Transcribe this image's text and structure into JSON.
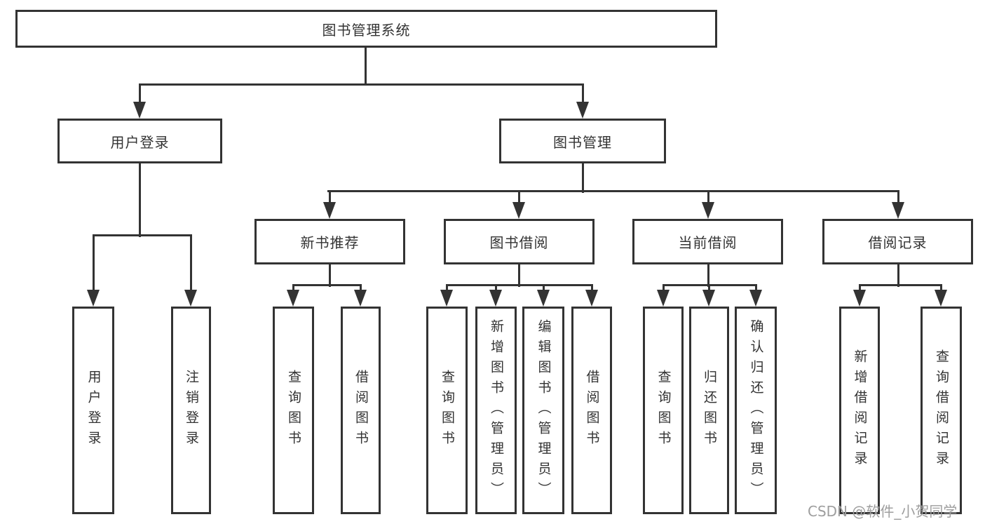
{
  "watermark": "CSDN @软件_小贺同学",
  "tree": {
    "root": {
      "label": "图书管理系统",
      "children": [
        {
          "label": "用户登录",
          "children": [
            {
              "label": "用户登录"
            },
            {
              "label": "注销登录"
            }
          ]
        },
        {
          "label": "图书管理",
          "children": [
            {
              "label": "新书推荐",
              "children": [
                {
                  "label": "查询图书"
                },
                {
                  "label": "借阅图书"
                }
              ]
            },
            {
              "label": "图书借阅",
              "children": [
                {
                  "label": "查询图书"
                },
                {
                  "label": "新增图书（管理员）"
                },
                {
                  "label": "编辑图书（管理员）"
                },
                {
                  "label": "借阅图书"
                }
              ]
            },
            {
              "label": "当前借阅",
              "children": [
                {
                  "label": "查询图书"
                },
                {
                  "label": "归还图书"
                },
                {
                  "label": "确认归还（管理员）"
                }
              ]
            },
            {
              "label": "借阅记录",
              "children": [
                {
                  "label": "新增借阅记录"
                },
                {
                  "label": "查询借阅记录"
                }
              ]
            }
          ]
        }
      ]
    }
  },
  "colors": {
    "line": "#333333",
    "text": "#333333",
    "watermark": "#9e9e9e",
    "background": "#ffffff"
  }
}
